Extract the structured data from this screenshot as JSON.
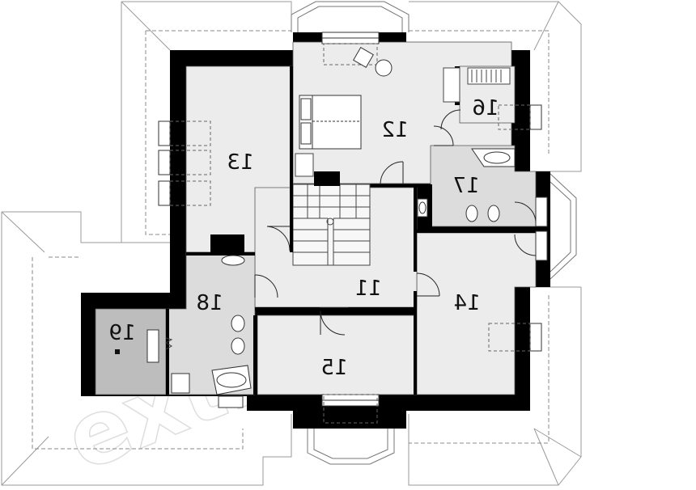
{
  "watermark": "extradom",
  "rooms": [
    {
      "id": "r11",
      "label": "11"
    },
    {
      "id": "r12",
      "label": "12"
    },
    {
      "id": "r13",
      "label": "13"
    },
    {
      "id": "r14",
      "label": "14"
    },
    {
      "id": "r15",
      "label": "15"
    },
    {
      "id": "r16",
      "label": "16"
    },
    {
      "id": "r17",
      "label": "17"
    },
    {
      "id": "r18",
      "label": "18"
    },
    {
      "id": "r19",
      "label": "19"
    }
  ],
  "colors": {
    "wall": "#000000",
    "floor": "#ececec",
    "wet_floor": "#dcdcdc",
    "storage_floor": "#bdbdbd",
    "roof_line": "#999999"
  }
}
